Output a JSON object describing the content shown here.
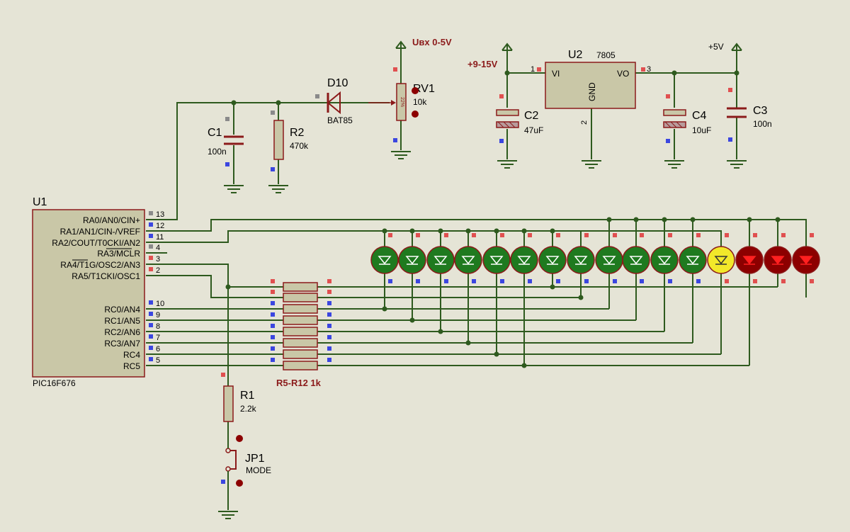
{
  "colors": {
    "background": "#e5e4d6",
    "wire": "#2e5a1e",
    "component_outline": "#8b1a1a",
    "ic_fill": "#c9c7a7",
    "led_green": "#1f7a1f",
    "led_yellow": "#f2e82a",
    "led_red": "#8c0000",
    "pin_marker_red": "#e05050",
    "pin_marker_blue": "#3b46e0",
    "pin_marker_gray": "#8a8a8a"
  },
  "u1": {
    "ref": "U1",
    "part": "PIC16F676",
    "pins": [
      {
        "name": "RA0/AN0/CIN+",
        "num": "13"
      },
      {
        "name": "RA1/AN1/CIN-/VREF",
        "num": "12"
      },
      {
        "name": "RA2/COUT/T0CKI/AN2",
        "num": "11"
      },
      {
        "name": "RA3/MCLR",
        "num": "4"
      },
      {
        "name": "RA4/T1G/OSC2/AN3",
        "num": "3"
      },
      {
        "name": "RA5/T1CKI/OSC1",
        "num": "2"
      },
      {
        "name": "RC0/AN4",
        "num": "10"
      },
      {
        "name": "RC1/AN5",
        "num": "9"
      },
      {
        "name": "RC2/AN6",
        "num": "8"
      },
      {
        "name": "RC3/AN7",
        "num": "7"
      },
      {
        "name": "RC4",
        "num": "6"
      },
      {
        "name": "RC5",
        "num": "5"
      }
    ]
  },
  "u2": {
    "ref": "U2",
    "part": "7805",
    "vi": "VI",
    "vo": "VO",
    "gnd": "GND",
    "pin_vi": "1",
    "pin_vo": "3",
    "pin_gnd": "2"
  },
  "power": {
    "vin": "+9-15V",
    "vout": "+5V",
    "uin": "Uвх 0-5V"
  },
  "c1": {
    "ref": "C1",
    "value": "100n"
  },
  "r2": {
    "ref": "R2",
    "value": "470k"
  },
  "d10": {
    "ref": "D10",
    "value": "BAT85"
  },
  "rv1": {
    "ref": "RV1",
    "value": "10k",
    "pos": "22%"
  },
  "c2": {
    "ref": "C2",
    "value": "47uF"
  },
  "c4": {
    "ref": "C4",
    "value": "10uF"
  },
  "c3": {
    "ref": "C3",
    "value": "100n"
  },
  "r1": {
    "ref": "R1",
    "value": "2.2k"
  },
  "jp1": {
    "ref": "JP1",
    "value": "MODE"
  },
  "rarray": {
    "label": "R5-R12 1k"
  },
  "leds": [
    "green",
    "green",
    "green",
    "green",
    "green",
    "green",
    "green",
    "green",
    "green",
    "green",
    "green",
    "green",
    "yellow",
    "red",
    "red",
    "red"
  ]
}
